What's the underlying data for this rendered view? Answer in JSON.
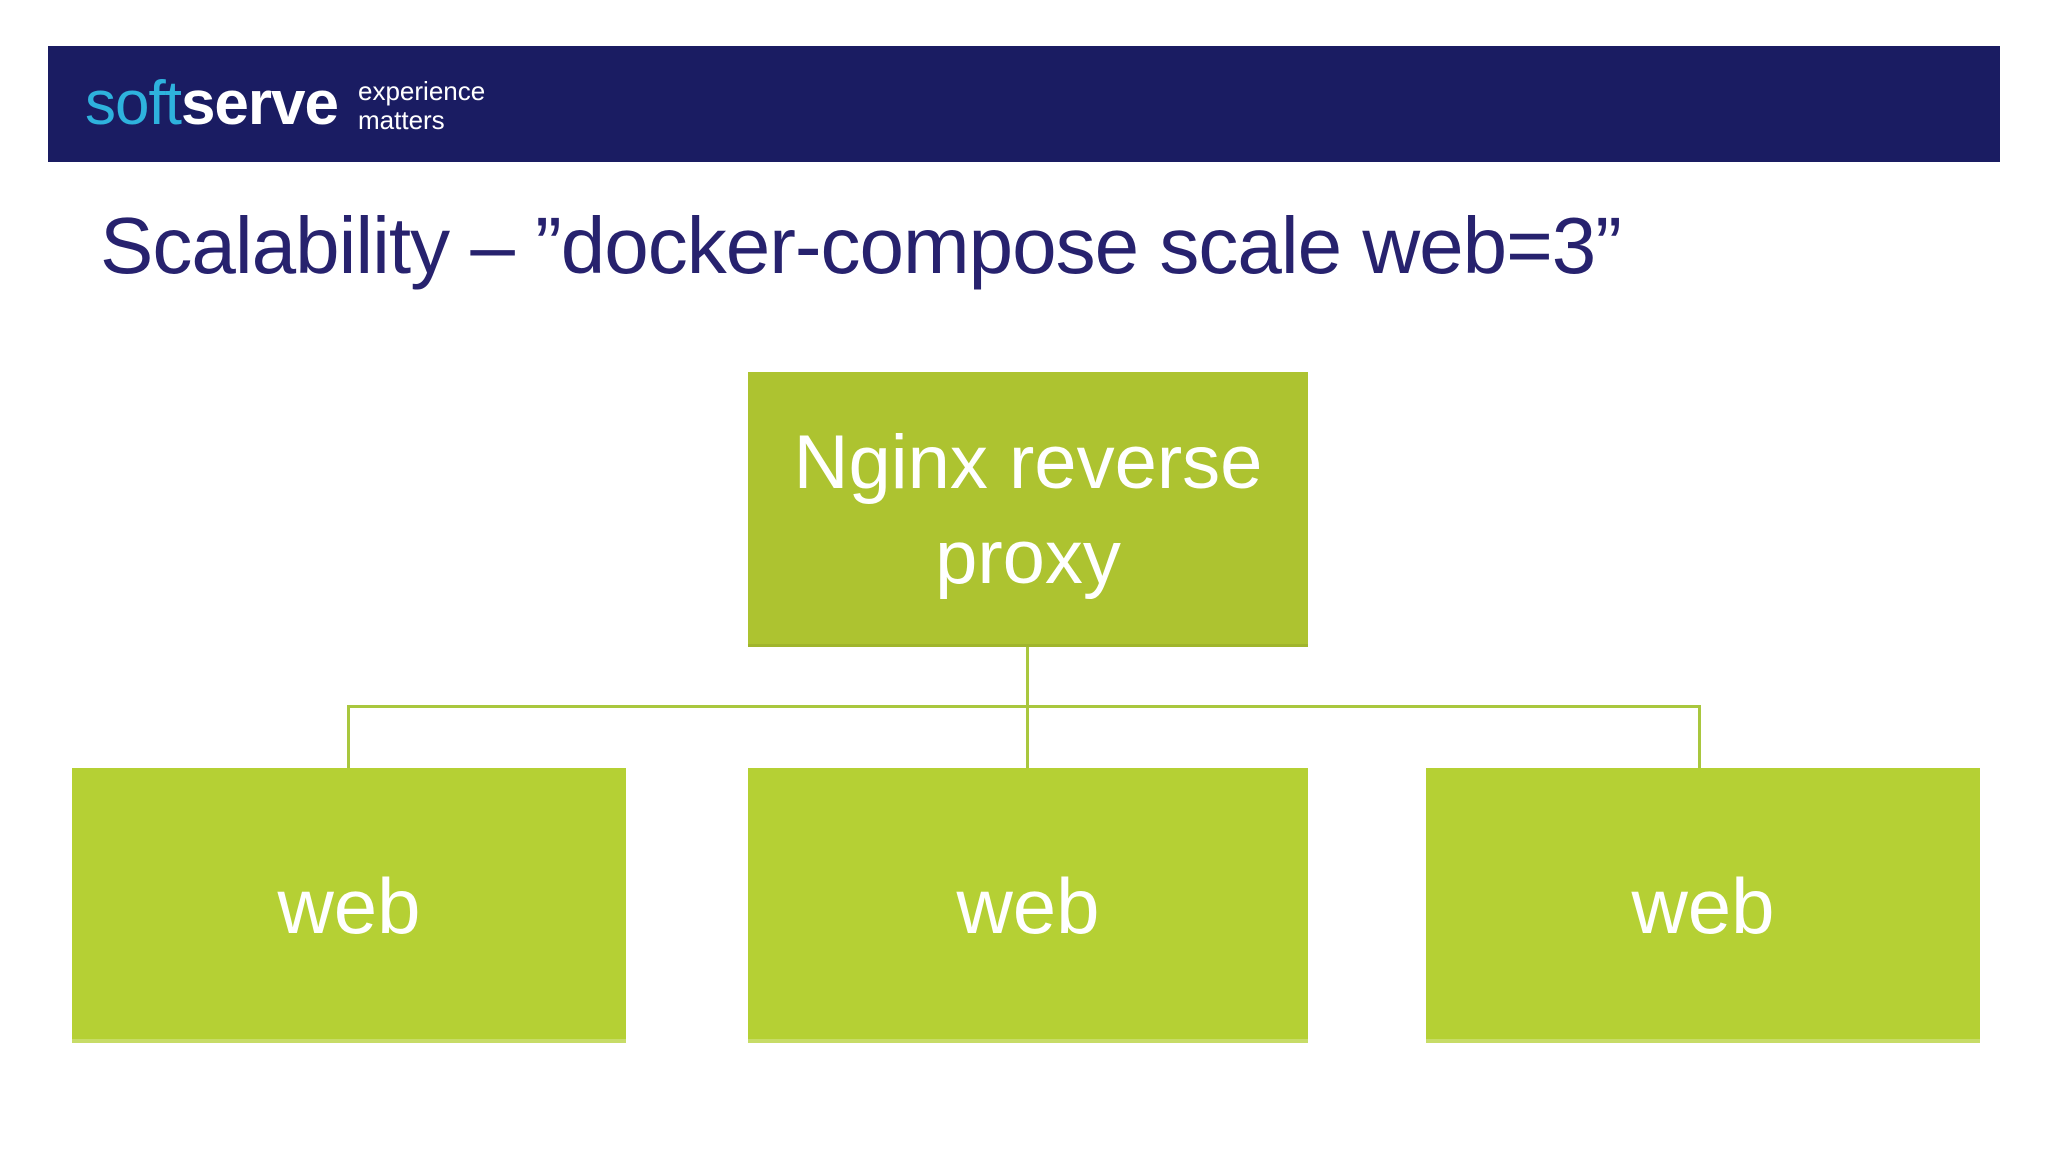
{
  "slide": {
    "background_color": "#ffffff",
    "header": {
      "bar_color": "#1a1c62",
      "logo": {
        "part1": "soft",
        "part1_color": "#2eb2dd",
        "part2": "serve",
        "part2_color": "#ffffff",
        "tagline_line1": "experience",
        "tagline_line2": "matters"
      }
    },
    "title": {
      "text": "Scalability – ”docker-compose scale web=3”",
      "color": "#27226e"
    },
    "diagram": {
      "connector_color": "#a9c73e",
      "root": {
        "label": "Nginx reverse proxy",
        "fill": "#adc330",
        "text_color": "#ffffff"
      },
      "child_fill": "#b5d034",
      "child_text_color": "#ffffff",
      "children": [
        {
          "label": "web"
        },
        {
          "label": "web"
        },
        {
          "label": "web"
        }
      ]
    }
  }
}
